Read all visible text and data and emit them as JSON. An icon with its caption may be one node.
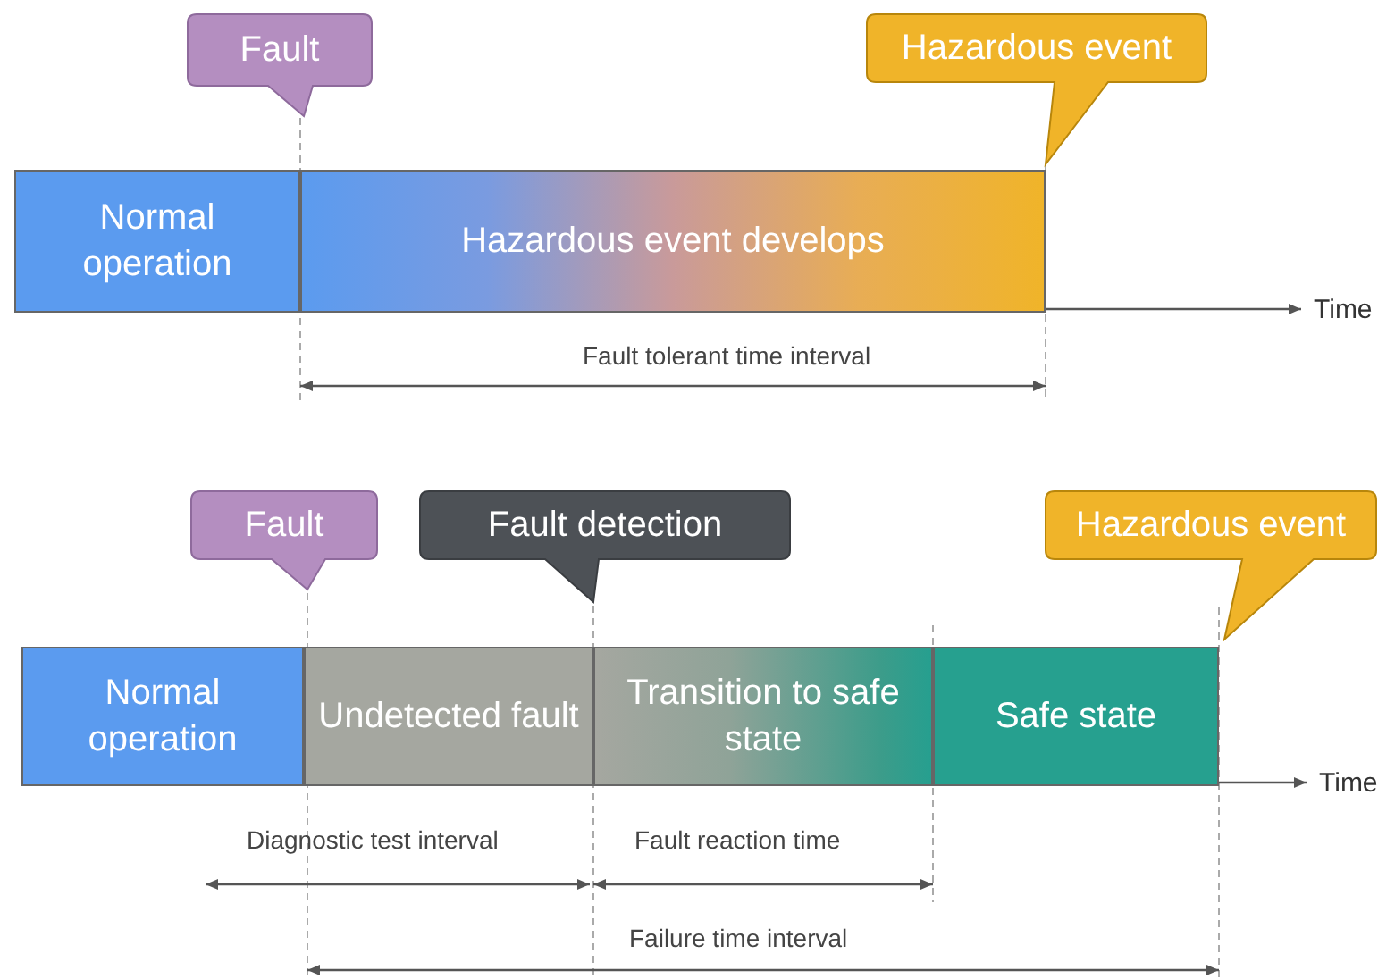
{
  "diagram": {
    "nodes": [
      {
        "text": [
          "Fault"
        ]
      },
      {
        "text": [
          "Hazardous event"
        ]
      },
      {
        "text": [
          "Normal operation"
        ]
      },
      {
        "text": [
          "Hazardous event develops"
        ]
      },
      {
        "text": [
          "Fault"
        ]
      },
      {
        "text": [
          "Fault detection"
        ]
      },
      {
        "text": [
          "Hazardous event"
        ]
      },
      {
        "text": [
          "Normal operation"
        ]
      },
      {
        "text": [
          "Undetected fault"
        ]
      },
      {
        "text": [
          "Transition to safe state"
        ]
      },
      {
        "text": [
          "Safe state"
        ]
      }
    ],
    "labels": [
      "Time",
      "Fault tolerant time interval",
      "Time",
      "Diagnostic test interval",
      "Fault reaction time",
      "Failure time interval"
    ]
  }
}
